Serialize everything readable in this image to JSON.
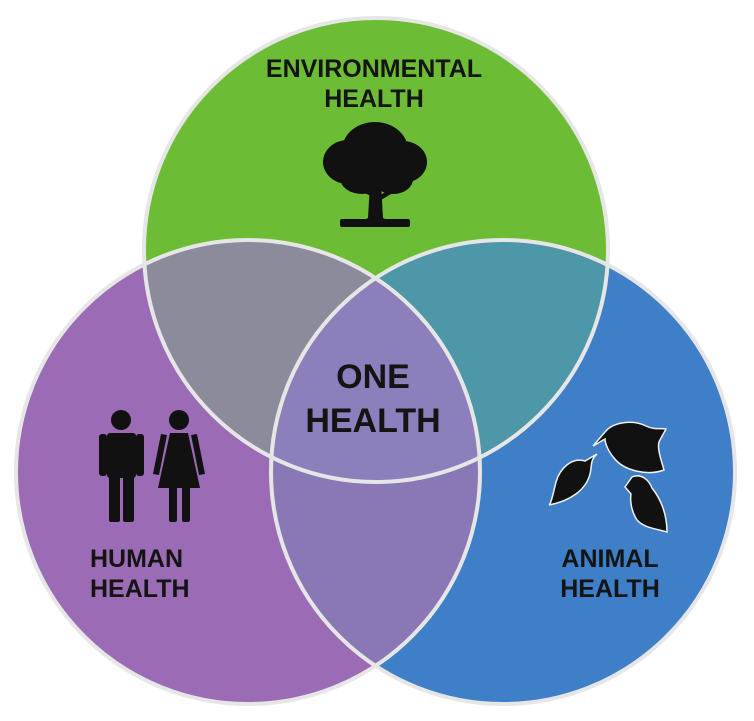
{
  "diagram": {
    "type": "venn",
    "circles": [
      {
        "id": "environmental",
        "label_lines": [
          "ENVIRONMENTAL",
          "HEALTH"
        ],
        "color": "#6cbd35",
        "icon": "tree-icon"
      },
      {
        "id": "human",
        "label_lines": [
          "HUMAN",
          "HEALTH"
        ],
        "color": "#9b6cb5",
        "icon": "people-icon"
      },
      {
        "id": "animal",
        "label_lines": [
          "ANIMAL",
          "HEALTH"
        ],
        "color": "#3f7fc7",
        "icon": "birds-icon"
      }
    ],
    "center": {
      "label_lines": [
        "ONE",
        "HEALTH"
      ]
    },
    "colors": {
      "outline": "#e6e6e6",
      "env_human": "#8c8b9b",
      "env_animal": "#4d97a8",
      "human_animal": "#8a78b6",
      "all_three": "#8d7fbb",
      "icon": "#111111"
    }
  }
}
